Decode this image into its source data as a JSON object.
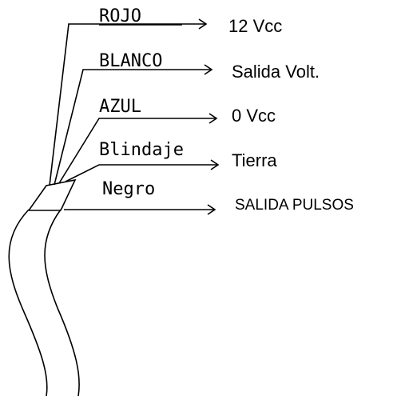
{
  "wires": [
    {
      "color_label": "ROJO",
      "signal": "12 Vcc"
    },
    {
      "color_label": "BLANCO",
      "signal": "Salida Volt."
    },
    {
      "color_label": "AZUL",
      "signal": "0 Vcc"
    },
    {
      "color_label": "Blindaje",
      "signal": "Tierra"
    },
    {
      "color_label": "Negro",
      "signal": "SALIDA PULSOS"
    }
  ]
}
